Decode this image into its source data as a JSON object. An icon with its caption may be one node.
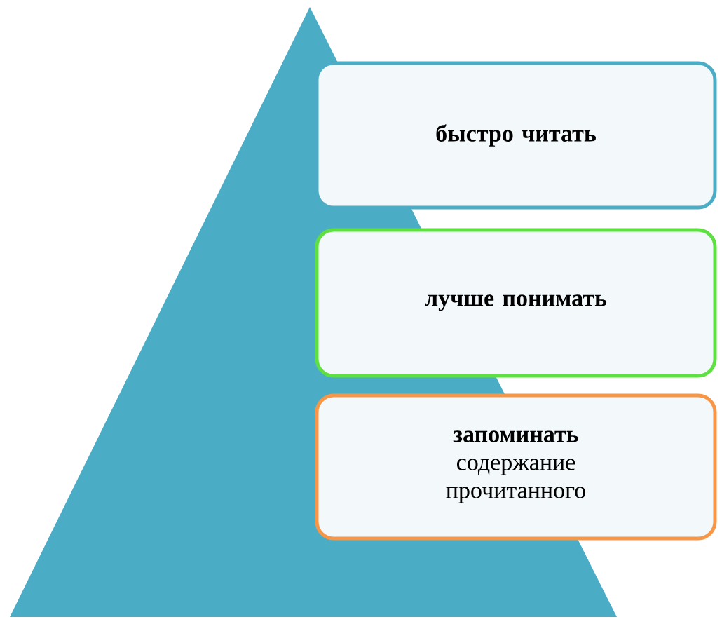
{
  "diagram": {
    "nodes": [
      {
        "text": [
          "быстро читать"
        ]
      },
      {
        "text": [
          "лучше понимать"
        ]
      },
      {
        "text": [
          "запоминать",
          "содержание прочитанного"
        ]
      }
    ]
  }
}
